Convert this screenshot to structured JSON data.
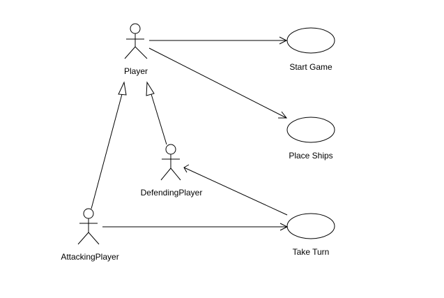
{
  "actors": [
    {
      "id": "player",
      "name": "Player"
    },
    {
      "id": "defending",
      "name": "DefendingPlayer"
    },
    {
      "id": "attacking",
      "name": "AttackingPlayer"
    }
  ],
  "use_cases": [
    {
      "id": "start",
      "name": "Start Game"
    },
    {
      "id": "place",
      "name": "Place Ships"
    },
    {
      "id": "turn",
      "name": "Take Turn"
    }
  ],
  "relations": [
    {
      "from": "player",
      "to": "start",
      "kind": "association"
    },
    {
      "from": "player",
      "to": "place",
      "kind": "association"
    },
    {
      "from": "attacking",
      "to": "turn",
      "kind": "association"
    },
    {
      "from": "turn",
      "to": "defending",
      "kind": "association"
    },
    {
      "from": "attacking",
      "to": "player",
      "kind": "generalization"
    },
    {
      "from": "defending",
      "to": "player",
      "kind": "generalization"
    }
  ]
}
